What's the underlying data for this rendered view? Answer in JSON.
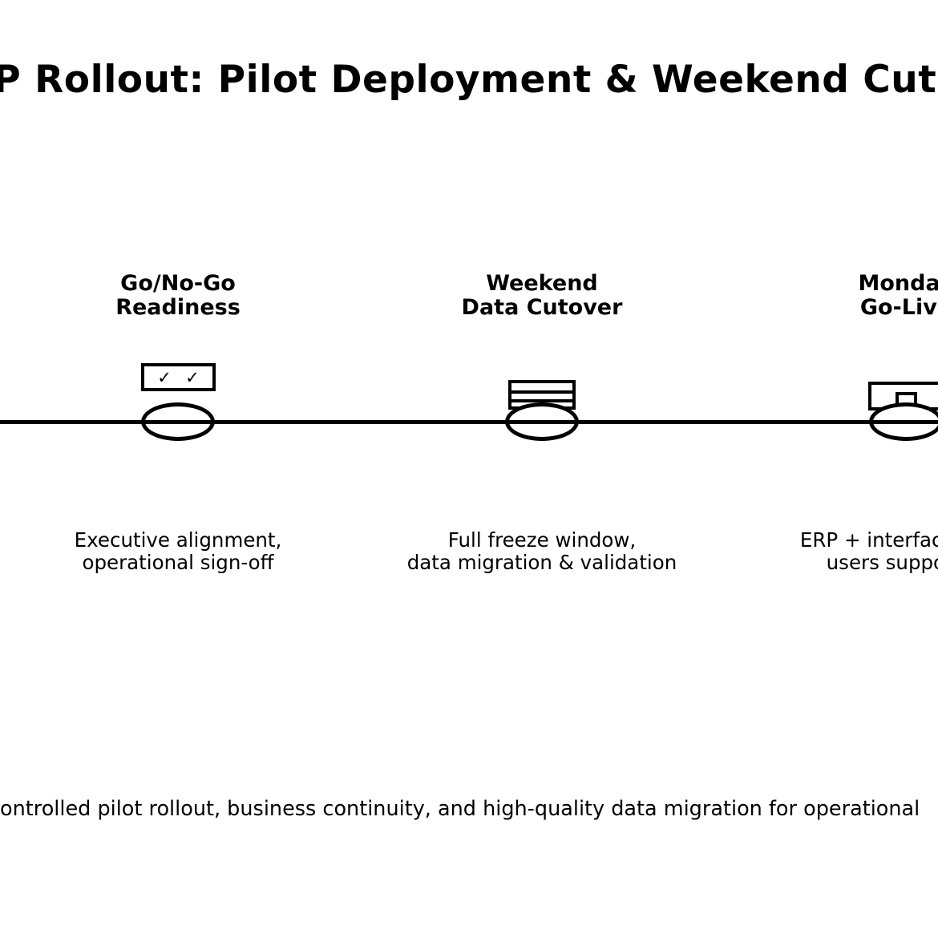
{
  "title": "ERP Rollout: Pilot Deployment & Weekend Cutover",
  "milestones": [
    {
      "label": "Go/No-Go\nReadiness",
      "icon": "double-checkmark",
      "checkmarks": "✓ ✓",
      "description": "Executive alignment,\noperational sign-off"
    },
    {
      "label": "Weekend\nData Cutover",
      "icon": "data-stack",
      "description": "Full freeze window,\ndata migration & validation"
    },
    {
      "label": "Monday\nGo-Live",
      "icon": "monitor",
      "description": "ERP + interfaces live,\nusers supported"
    }
  ],
  "caption": "controlled pilot rollout, business continuity, and high-quality data migration for operational",
  "colors": {
    "ink": "#000000",
    "background": "#ffffff"
  }
}
